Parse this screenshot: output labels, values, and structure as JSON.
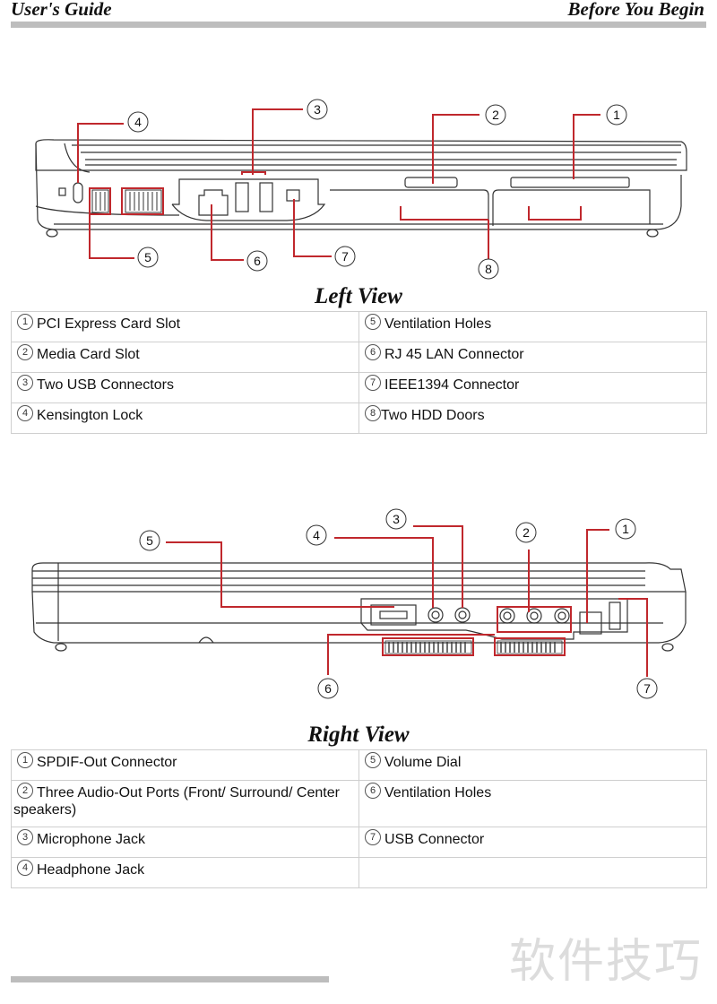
{
  "header": {
    "left": "User's Guide",
    "right": "Before You Begin"
  },
  "left_view": {
    "caption": "Left View",
    "callouts": [
      "1",
      "2",
      "3",
      "4",
      "5",
      "6",
      "7",
      "8"
    ],
    "rows": [
      [
        {
          "num": "1",
          "label": "PCI Express Card Slot"
        },
        {
          "num": "5",
          "label": "Ventilation Holes"
        }
      ],
      [
        {
          "num": "2",
          "label": "Media Card Slot"
        },
        {
          "num": "6",
          "label": "RJ 45 LAN Connector"
        }
      ],
      [
        {
          "num": "3",
          "label": "Two USB Connectors"
        },
        {
          "num": "7",
          "label": "IEEE1394 Connector"
        }
      ],
      [
        {
          "num": "4",
          "label": "Kensington Lock"
        },
        {
          "num": "8",
          "label": "Two HDD Doors"
        }
      ]
    ]
  },
  "right_view": {
    "caption": "Right View",
    "callouts": [
      "1",
      "2",
      "3",
      "4",
      "5",
      "6",
      "7"
    ],
    "rows": [
      [
        {
          "num": "1",
          "label": "SPDIF-Out Connector"
        },
        {
          "num": "5",
          "label": "Volume Dial"
        }
      ],
      [
        {
          "num": "2",
          "label": "Three Audio-Out Ports (Front/ Surround/ Center speakers)"
        },
        {
          "num": "6",
          "label": "Ventilation Holes"
        }
      ],
      [
        {
          "num": "3",
          "label": "Microphone Jack"
        },
        {
          "num": "7",
          "label": "USB Connector"
        }
      ],
      [
        {
          "num": "4",
          "label": "Headphone Jack"
        },
        {
          "num": "",
          "label": ""
        }
      ]
    ]
  },
  "watermark": "软件技巧",
  "colors": {
    "callout_line": "#c0282d",
    "rule": "#bdbdbd"
  }
}
